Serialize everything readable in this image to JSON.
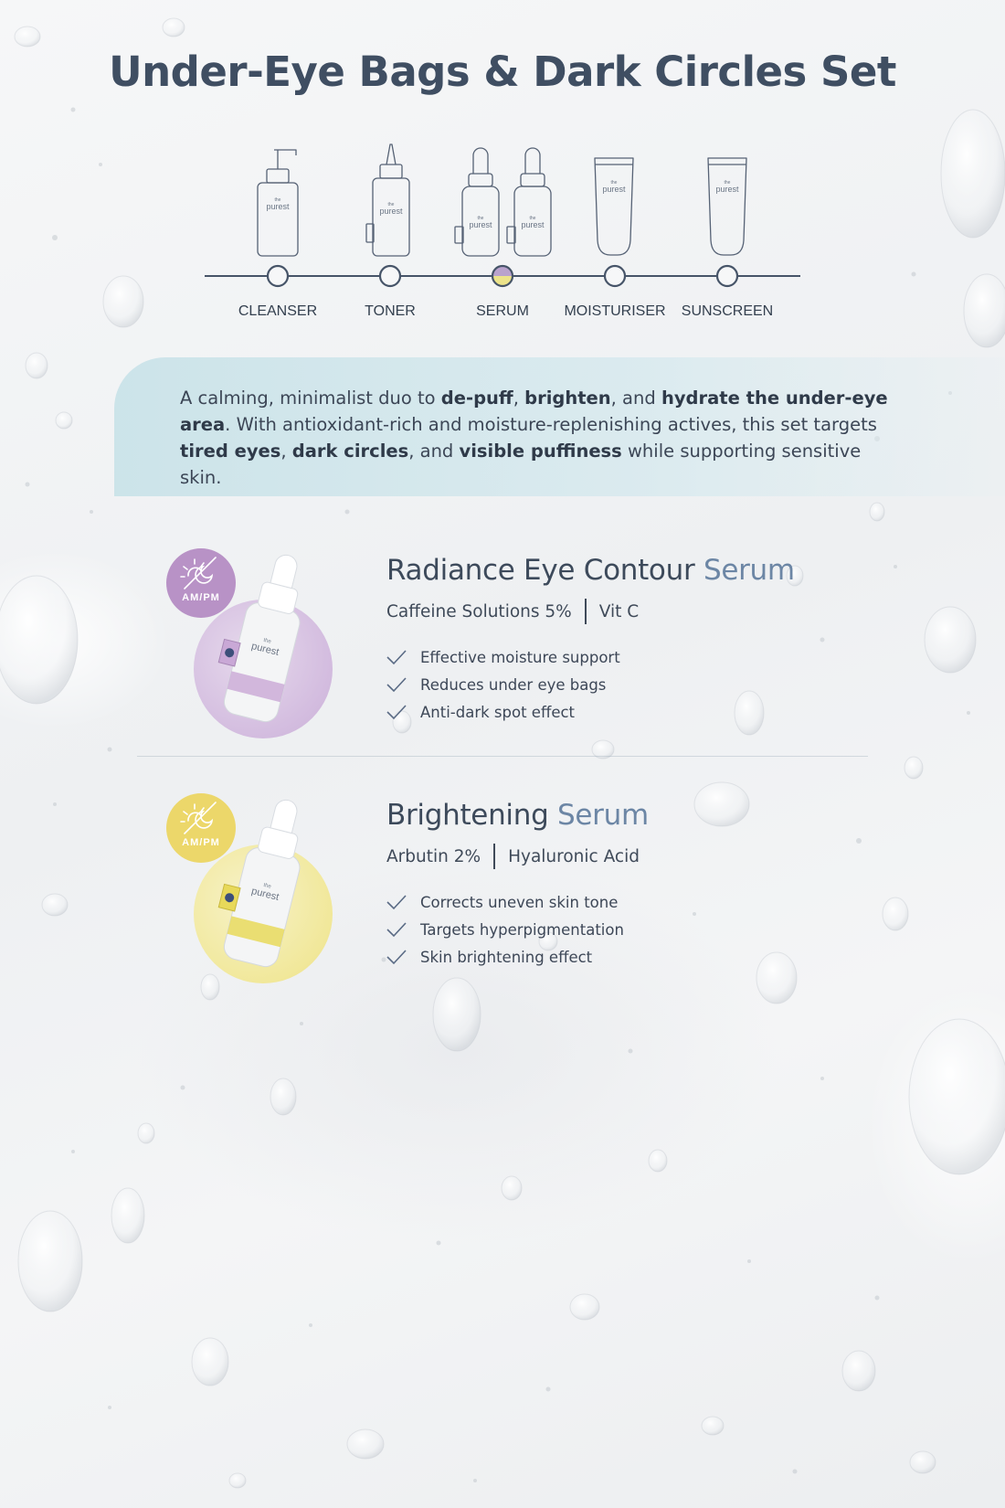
{
  "page": {
    "title": "Under-Eye Bags & Dark Circles Set"
  },
  "routine": {
    "brand_mark": "purest",
    "steps": [
      {
        "label": "CLEANSER",
        "icon": "pump-bottle-icon",
        "active": false
      },
      {
        "label": "TONER",
        "icon": "toner-bottle-icon",
        "active": false
      },
      {
        "label": "SERUM",
        "icon": "dropper-bottles-icon",
        "active": true
      },
      {
        "label": "MOISTURISER",
        "icon": "tube-icon",
        "active": false
      },
      {
        "label": "SUNSCREEN",
        "icon": "tube-icon",
        "active": false
      }
    ],
    "active_color_top": "#b9a2cd",
    "active_color_bottom": "#ece38a"
  },
  "intro": {
    "segments": [
      {
        "text": "A calming, minimalist duo to ",
        "bold": false
      },
      {
        "text": "de-puff",
        "bold": true
      },
      {
        "text": ", ",
        "bold": false
      },
      {
        "text": "brighten",
        "bold": true
      },
      {
        "text": ", and ",
        "bold": false
      },
      {
        "text": "hydrate the under-eye area",
        "bold": true
      },
      {
        "text": ". With antioxidant-rich and moisture-replenishing actives, this set targets ",
        "bold": false
      },
      {
        "text": "tired eyes",
        "bold": true
      },
      {
        "text": ", ",
        "bold": false
      },
      {
        "text": "dark circles",
        "bold": true
      },
      {
        "text": ", and ",
        "bold": false
      },
      {
        "text": "visible puffiness",
        "bold": true
      },
      {
        "text": " while supporting sensitive skin.",
        "bold": false
      }
    ]
  },
  "products": [
    {
      "name_main": "Radiance Eye Contour ",
      "name_accent": "Serum",
      "actives": [
        "Caffeine Solutions 5%",
        "Vit C"
      ],
      "benefits": [
        "Effective moisture support",
        "Reduces under eye bags",
        "Anti-dark spot effect"
      ],
      "badge_label": "AM/PM",
      "badge_icon": "sun-moon-icon",
      "accent_color": "#b892c6",
      "halo_color": "#d8c3e2"
    },
    {
      "name_main": "Brightening ",
      "name_accent": "Serum",
      "actives": [
        "Arbutin 2%",
        "Hyaluronic Acid"
      ],
      "benefits": [
        "Corrects uneven skin tone",
        "Targets hyperpigmentation",
        "Skin brightening effect"
      ],
      "badge_label": "AM/PM",
      "badge_icon": "sun-moon-icon",
      "accent_color": "#ecd76a",
      "halo_color": "#f3eca4"
    }
  ]
}
